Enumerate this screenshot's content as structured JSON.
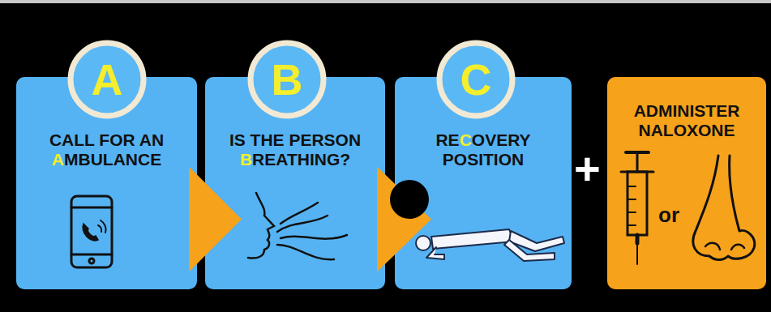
{
  "diagram": {
    "nodes": [
      {
        "text": [
          "A"
        ]
      },
      {
        "text": [
          "CALL FOR AN AMBULANCE"
        ]
      },
      {
        "text": [
          "B"
        ]
      },
      {
        "text": [
          "IS THE PERSON BREATHING?"
        ]
      },
      {
        "text": [
          "C"
        ]
      },
      {
        "text": [
          "RECOVERY POSITION"
        ]
      },
      {
        "text": [
          "ADMINISTER NALOXONE"
        ]
      }
    ],
    "edges": [
      {
        "from": 1,
        "to": 3,
        "arrow": "to"
      },
      {
        "from": 3,
        "to": 5,
        "arrow": "to"
      }
    ],
    "labels": [
      "+",
      "or"
    ]
  }
}
